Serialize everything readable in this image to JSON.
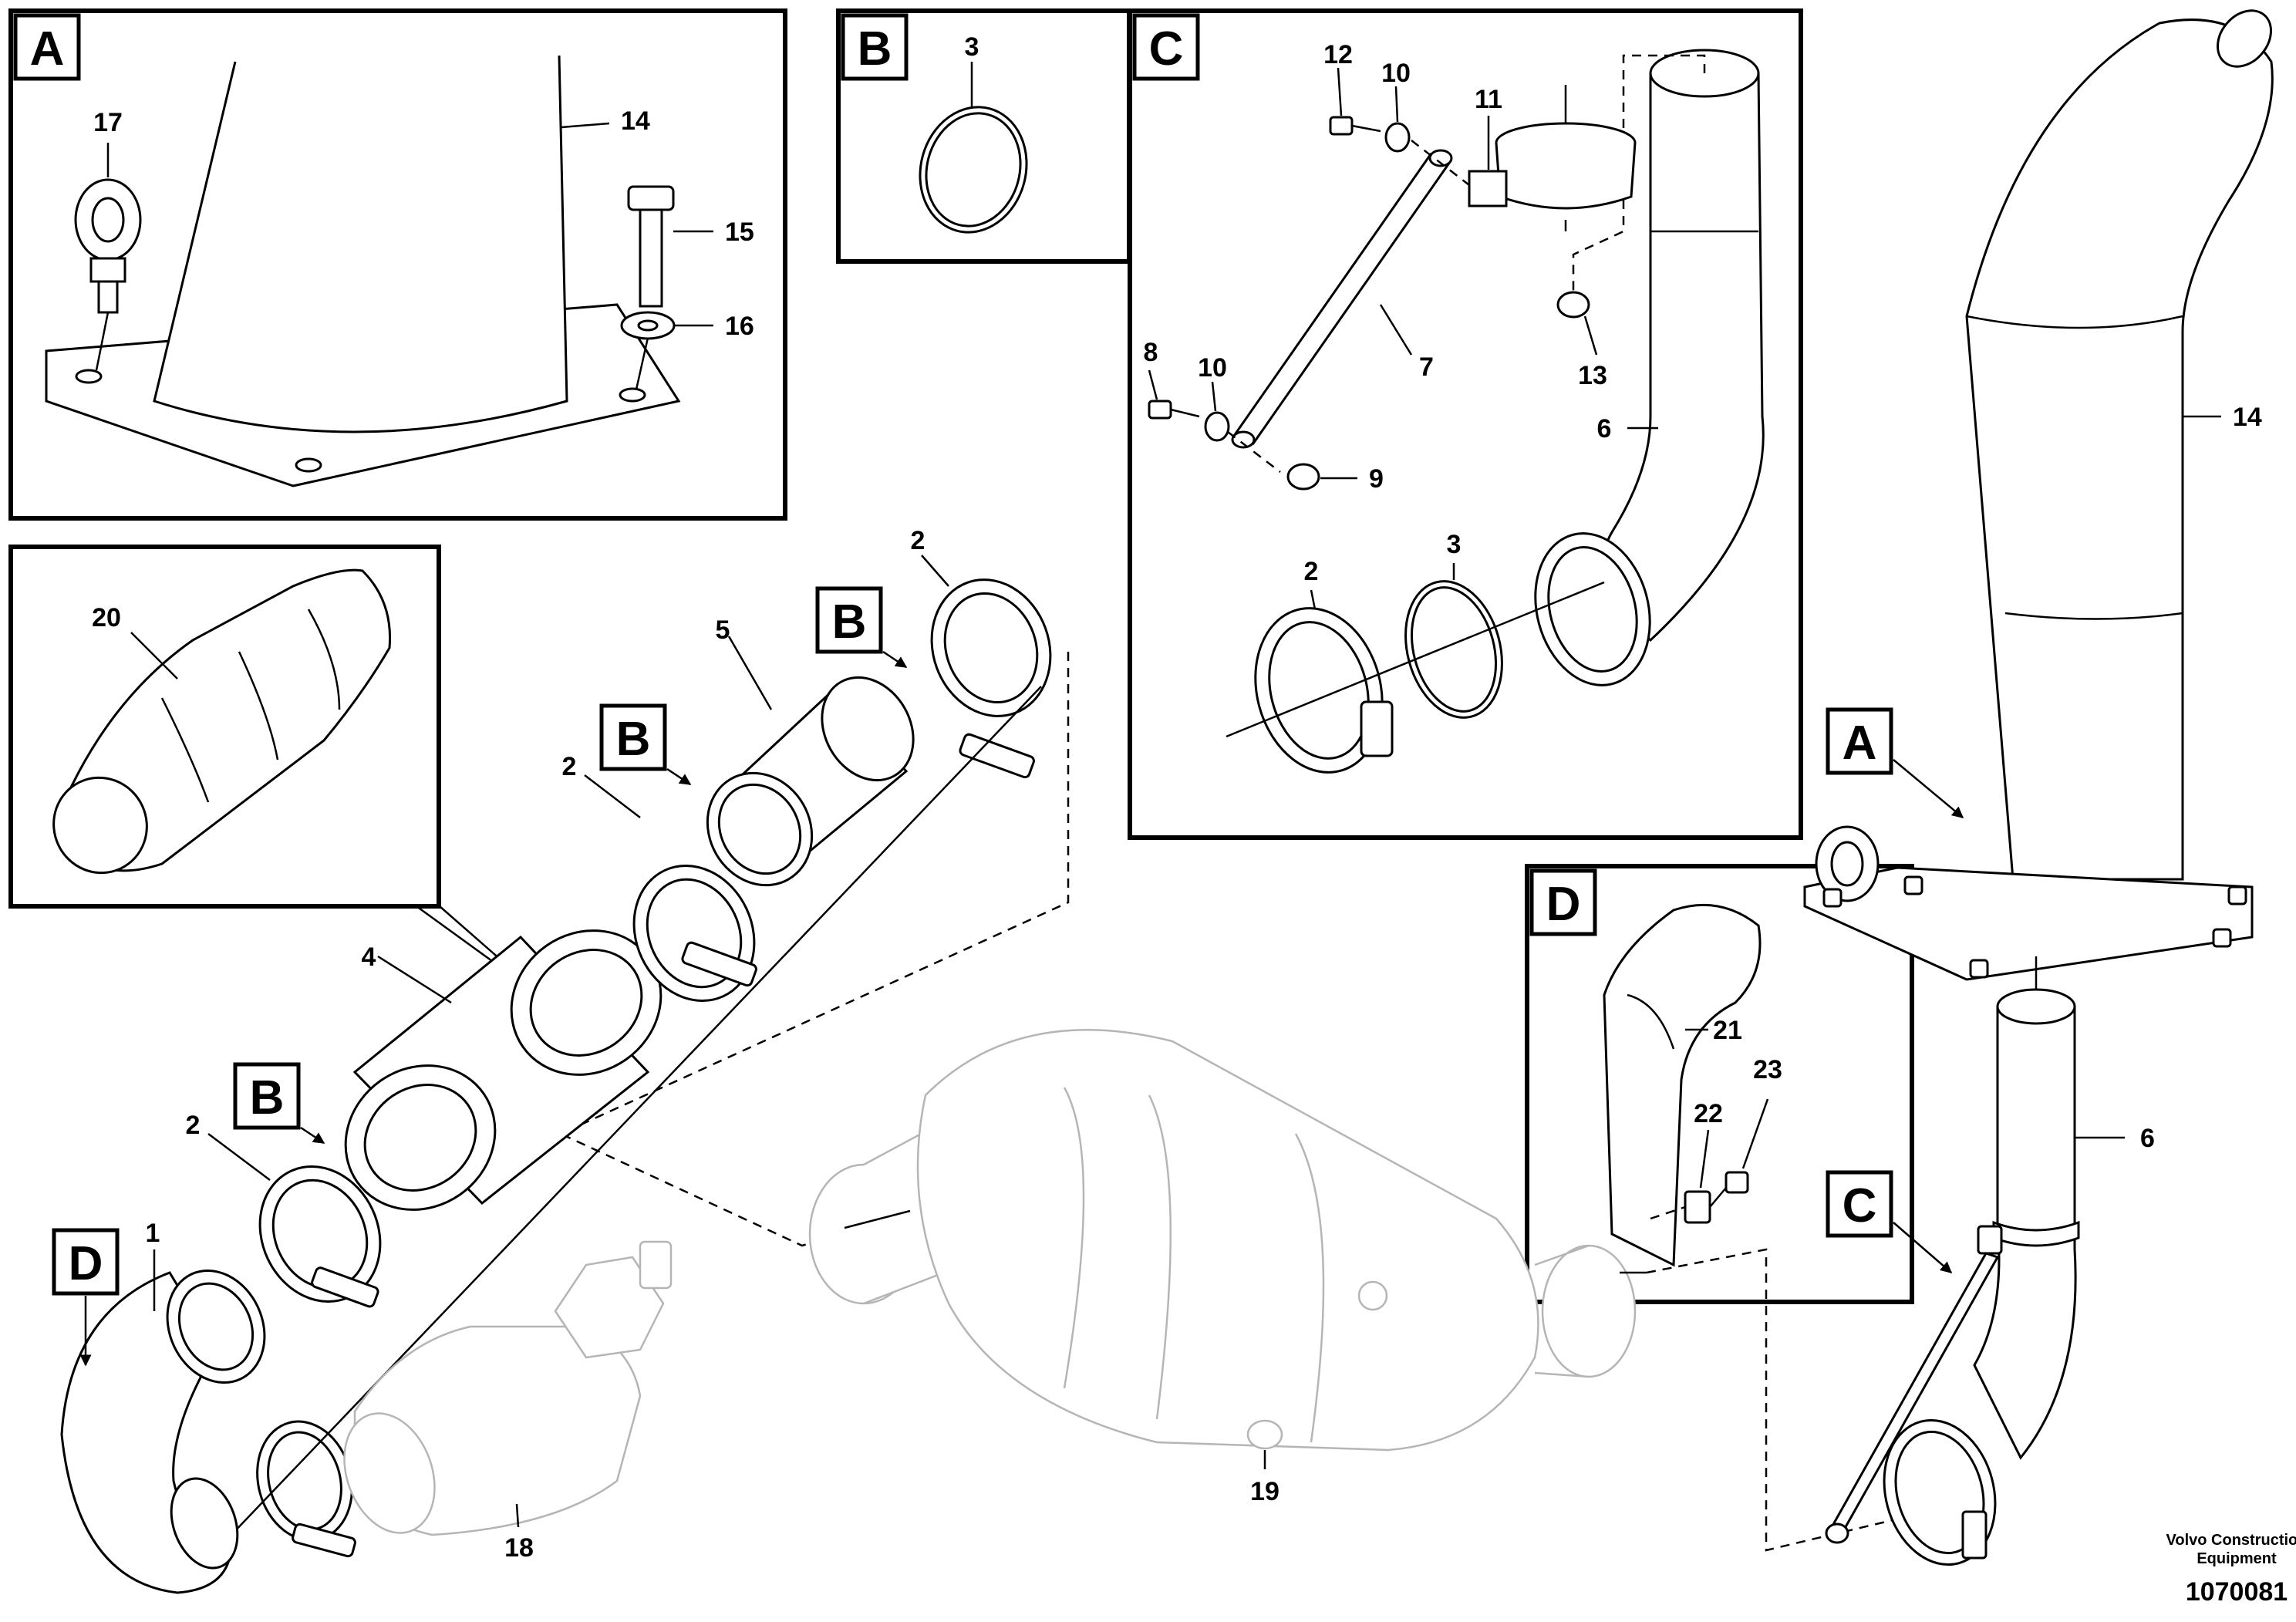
{
  "brand": {
    "line1": "Volvo Construction",
    "line2": "Equipment"
  },
  "document_number": "1070081",
  "panel_letters": {
    "a": "A",
    "b": "B",
    "c": "C",
    "d": "D"
  },
  "callout_letters": {
    "a": "A",
    "b": "B",
    "c": "C",
    "d": "D"
  },
  "part_numbers": {
    "p1": "1",
    "p2": "2",
    "p3": "3",
    "p4": "4",
    "p5": "5",
    "p6": "6",
    "p7": "7",
    "p8": "8",
    "p9": "9",
    "p10": "10",
    "p11": "11",
    "p12": "12",
    "p13": "13",
    "p14": "14",
    "p15": "15",
    "p16": "16",
    "p17": "17",
    "p18": "18",
    "p19": "19",
    "p20": "20",
    "p21": "21",
    "p22": "22",
    "p23": "23"
  }
}
